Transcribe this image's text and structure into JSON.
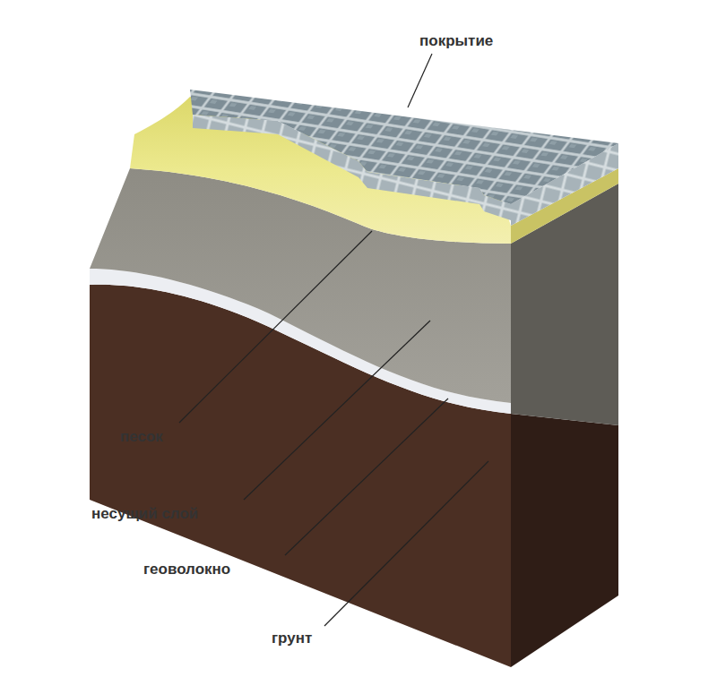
{
  "diagram": {
    "labels": [
      "покрытие",
      "песок",
      "несущий слой",
      "геоволокно",
      "грунт"
    ]
  }
}
